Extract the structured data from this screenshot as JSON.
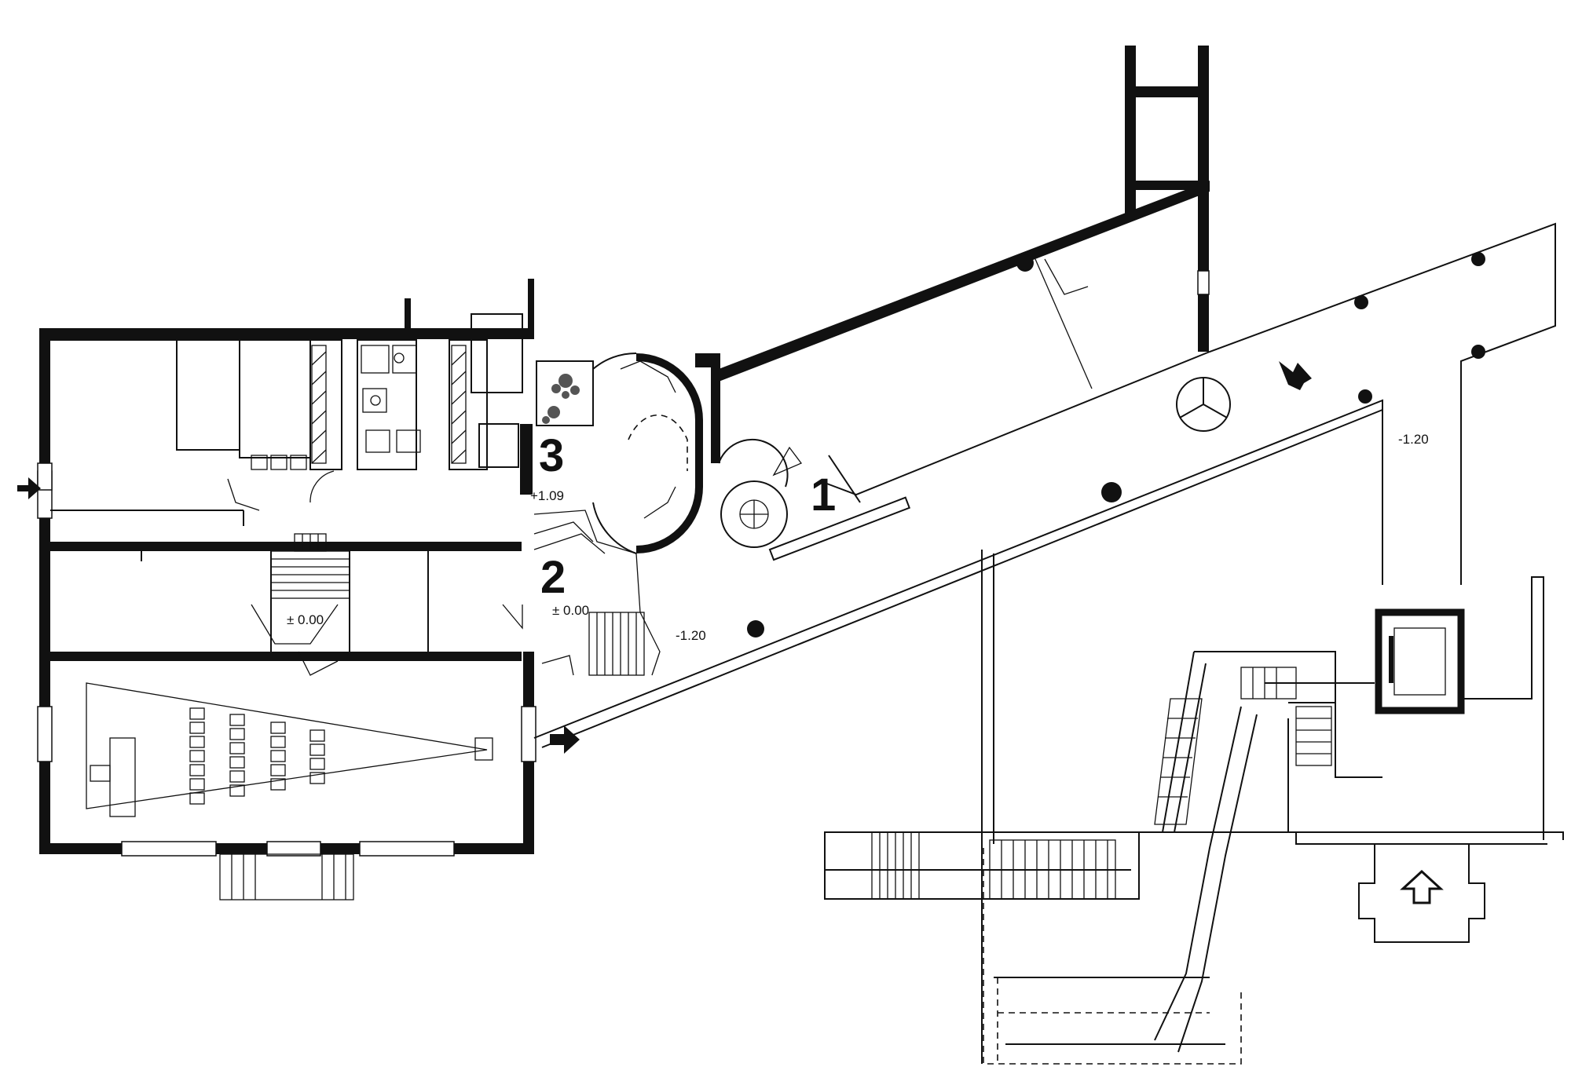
{
  "plan": {
    "markers": [
      "1",
      "2",
      "3"
    ],
    "levels": [
      "+1.09",
      "± 0.00",
      "± 0.00",
      "-1.20",
      "-1.20"
    ],
    "icons": [
      "arrow-right-icon",
      "arrow-right-icon",
      "arrow-down-left-icon",
      "arrow-up-outline-icon",
      "plant-icon"
    ]
  }
}
